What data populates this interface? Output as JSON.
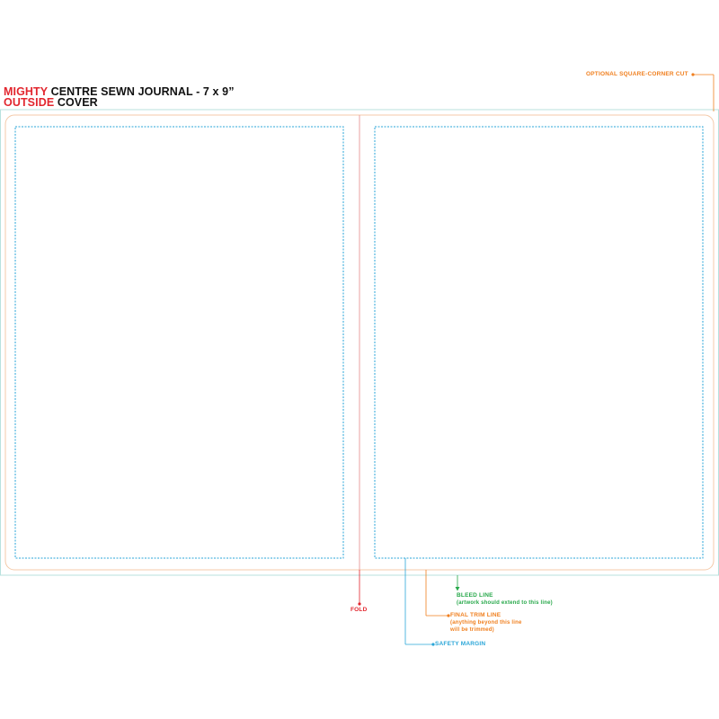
{
  "title": {
    "brand_line1": "MIGHTY",
    "text_line1": "CENTRE SEWN JOURNAL - 7 x 9”",
    "brand_line2": "OUTSIDE",
    "text_line2": "COVER"
  },
  "annotations": {
    "square_corner": "OPTIONAL SQUARE-CORNER CUT",
    "bleed_line": "BLEED LINE",
    "bleed_note": "(artwork should extend to this line)",
    "trim_line": "FINAL TRIM LINE",
    "trim_note_1": "(anything beyond this line",
    "trim_note_2": "will be trimmed)",
    "safety_margin": "SAFETY MARGIN",
    "fold": "FOLD"
  },
  "colors": {
    "brand_red": "#e2262e",
    "fold_red": "#e8a0a0",
    "trim_orange": "#f07f1e",
    "bleed_green": "#27a84a",
    "bleed_line": "#b8e2de",
    "safety_blue": "#2aa6d8"
  }
}
